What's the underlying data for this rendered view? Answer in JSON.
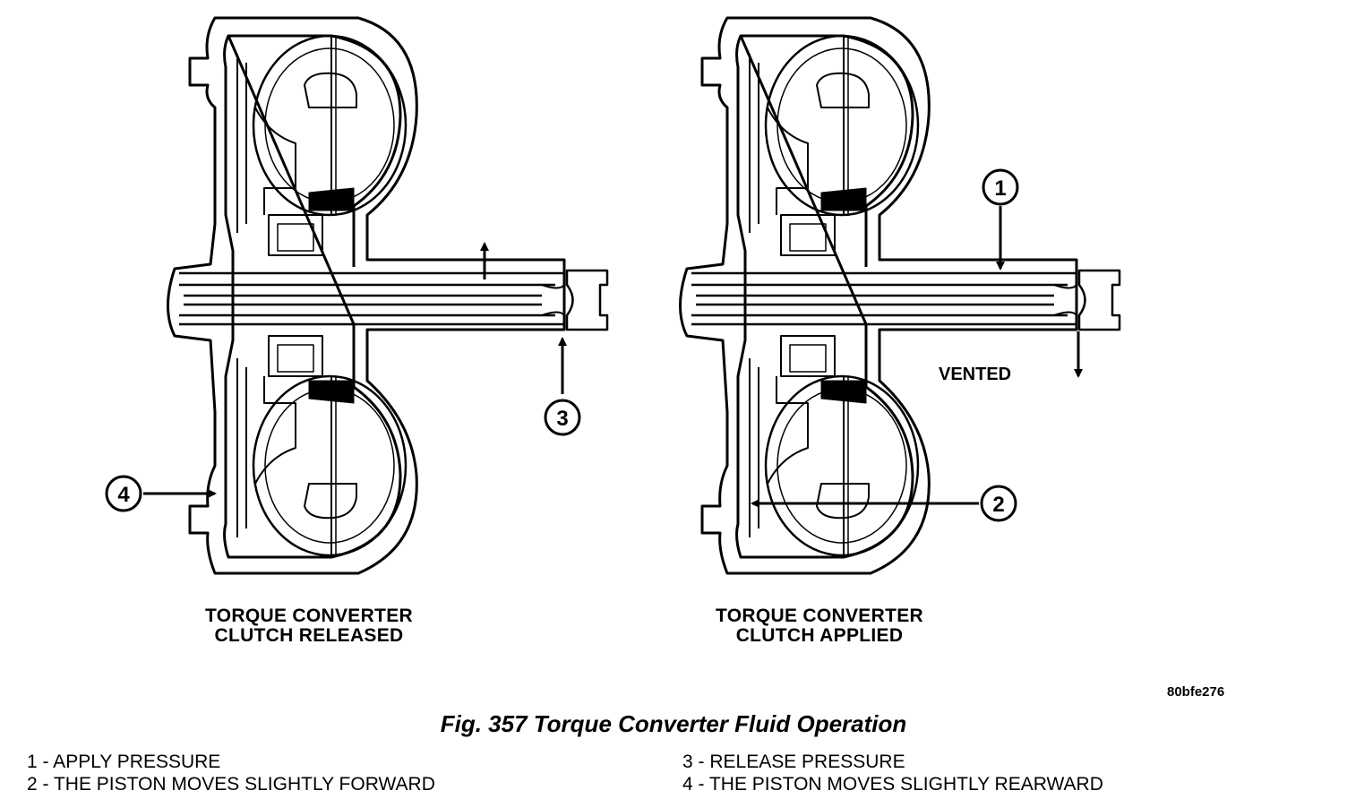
{
  "diagrams": [
    {
      "title_line1": "TORQUE CONVERTER",
      "title_line2": "CLUTCH RELEASED"
    },
    {
      "title_line1": "TORQUE CONVERTER",
      "title_line2": "CLUTCH APPLIED"
    }
  ],
  "callouts": {
    "c1": "1",
    "c2": "2",
    "c3": "3",
    "c4": "4"
  },
  "vented_label": "VENTED",
  "figure_code": "80bfe276",
  "caption": "Fig. 357 Torque Converter Fluid Operation",
  "legend": {
    "left": [
      "1 - APPLY PRESSURE",
      "2 - THE PISTON MOVES SLIGHTLY FORWARD"
    ],
    "right": [
      "3 - RELEASE PRESSURE",
      "4 - THE PISTON MOVES SLIGHTLY REARWARD"
    ]
  }
}
